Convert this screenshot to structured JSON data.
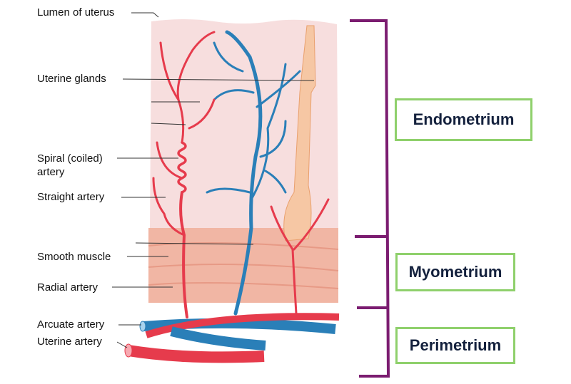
{
  "labels": {
    "lumen": "Lumen of uterus",
    "glands": "Uterine glands",
    "spiral_1": "Spiral (coiled)",
    "spiral_2": "artery",
    "straight": "Straight artery",
    "smooth_muscle": "Smooth muscle",
    "radial": "Radial artery",
    "arcuate": "Arcuate artery",
    "uterine": "Uterine artery"
  },
  "layers": [
    "Endometrium",
    "Myometrium",
    "Perimetrium"
  ],
  "colors": {
    "bracket": "#7b1c70",
    "box_border": "#8fd06c",
    "layer_text": "#14213d",
    "artery": "#e63b4c",
    "vein": "#2a7fb8",
    "endometrium": "#f7dede",
    "myometrium": "#f1b6a4",
    "gland": "#f6c7a4"
  }
}
